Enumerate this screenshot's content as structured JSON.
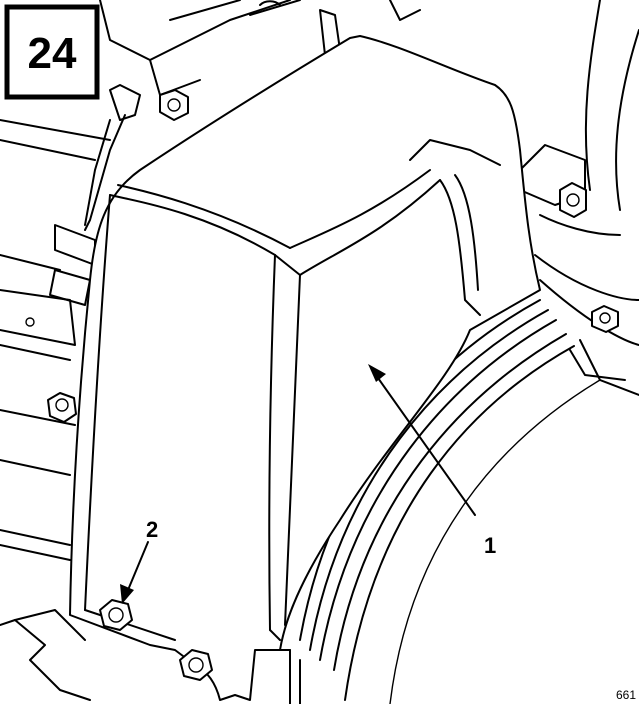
{
  "step_number": "24",
  "callouts": {
    "belt_cover": "1",
    "bolt": "2"
  },
  "figure_code": "661",
  "icons": {
    "belt_cover": "belt-cover-icon",
    "bolt": "bolt-icon"
  }
}
